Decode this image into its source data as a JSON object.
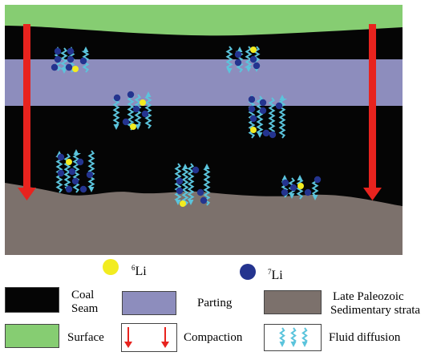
{
  "colors": {
    "surface": "#86cd72",
    "coal": "#050505",
    "parting": "#8d8dbd",
    "strata": "#7c716c",
    "arrow": "#e8231e",
    "fluid": "#5bc4dc",
    "li6": "#f2ec20",
    "li7": "#24348f"
  },
  "icons": {
    "compaction": "red-down-arrow-icon",
    "fluid": "cyan-wavy-arrow-icon",
    "li6": "yellow-dot-icon",
    "li7": "navy-dot-icon"
  },
  "legend": {
    "li6": {
      "mass": "6",
      "symbol": "Li"
    },
    "li7": {
      "mass": "7",
      "symbol": "Li"
    },
    "coal_line1": "Coal",
    "coal_line2": "Seam",
    "parting": "Parting",
    "strata_line1": "Late Paleozoic",
    "strata_line2": "Sedimentary strata",
    "surface": "Surface",
    "compaction": "Compaction",
    "fluid": "Fluid diffusion"
  }
}
